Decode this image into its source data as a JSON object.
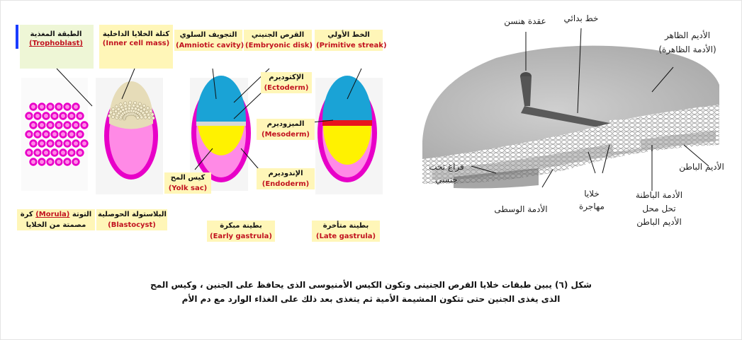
{
  "left_panel": {
    "top_labels": [
      {
        "ar": "الطبقة المغذية",
        "en": "(Trophoblast)"
      },
      {
        "ar": "كتلة الخلايا الداخلية",
        "en": "(Inner cell mass)"
      },
      {
        "ar": "التجويف السلوي",
        "en": "(Amniotic cavity)"
      },
      {
        "ar": "القرص الجنيني",
        "en": "(Embryonic disk)"
      },
      {
        "ar": "الخط الأولي",
        "en": "(Primitive streak)"
      }
    ],
    "layer_labels": [
      {
        "ar": "الإكتوديرم",
        "en": "(Ectoderm)"
      },
      {
        "ar": "الميزوديرم",
        "en": "(Mesoderm)"
      },
      {
        "ar": "الإندوديرم",
        "en": "(Endoderm)"
      }
    ],
    "yolk_label": {
      "ar": "كيس المح",
      "en": "(Yolk sac)"
    },
    "bottom_labels": [
      {
        "ar_before": "التوتة",
        "en": "(Morula)",
        "ar_after": "كرة",
        "ar_line2": "مصمتة من الخلايا"
      },
      {
        "ar": "البلاستولة الحوصلية",
        "en": "(Blastocyst)"
      },
      {
        "ar": "بطينة مبكرة",
        "en": "(Early gastrula)"
      },
      {
        "ar": "بطينة متأخرة",
        "en": "(Late gastrula)"
      }
    ]
  },
  "right_panel": {
    "labels": {
      "hensen_node": "عقدة هنسن",
      "primitive_line": "خط بدائي",
      "ectoderm_1": "الأديم الظاهر",
      "ectoderm_2": "(الأدمة الظاهرة)",
      "endoderm": "الأديم الباطن",
      "subgerminal_1": "فراغ تحت",
      "subgerminal_2": "جنسي",
      "mesoderm": "الأدمة الوسطى",
      "migrating_1": "خلايا",
      "migrating_2": "مهاجرة",
      "inner_1": "الأدمة الباطنة",
      "inner_2": "تحل محل",
      "inner_3": "الأديم الباطن"
    }
  },
  "caption": {
    "line1": "شكل (٦) يبين طبقات خلايا القرص الجنينى وتكون الكيس الأمنيوسى الذى يحافظ على الجنين ، وكيس المح",
    "line2": "الذى يغذى الجنين حتى تتكون المشيمة الأمية ثم يتغذى بعد ذلك على الغذاء الوارد مع دم الأم"
  },
  "colors": {
    "magenta": "#e800c8",
    "pink": "#ff8ae6",
    "cyan": "#1aa3d6",
    "yellow": "#fff200",
    "red": "#e8141e",
    "label_red": "#c1121f"
  }
}
